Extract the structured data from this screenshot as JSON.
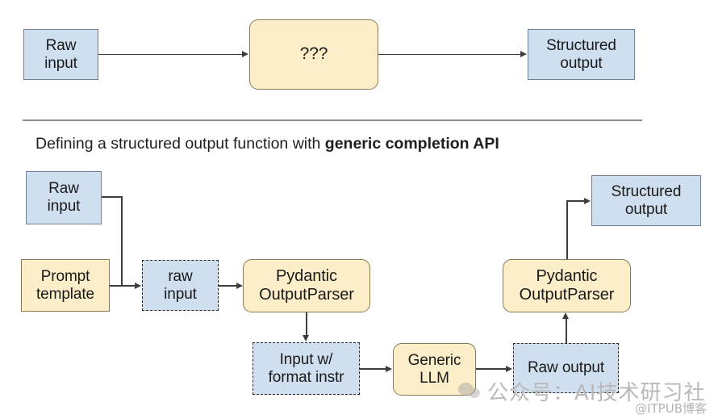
{
  "diagram": {
    "title_plain": "Defining a structured output function with ",
    "title_bold": "generic completion API",
    "top_flow": {
      "raw_input": "Raw\ninput",
      "unknown": "???",
      "structured_output": "Structured\noutput"
    },
    "bottom_flow": {
      "raw_input": "Raw\ninput",
      "prompt_template": "Prompt\ntemplate",
      "raw_input_dashed": "raw\ninput",
      "pydantic_parser_left": "Pydantic\nOutputParser",
      "input_with_format": "Input w/\nformat instr",
      "generic_llm": "Generic\nLLM",
      "raw_output": "Raw output",
      "pydantic_parser_right": "Pydantic\nOutputParser",
      "structured_output": "Structured\noutput"
    }
  },
  "watermark": {
    "account": "公众号：AI技术研习社",
    "blog": "@ITPUB博客",
    "logo_icon": "wechat-icon"
  },
  "colors": {
    "blue_fill": "#cfdfef",
    "blue_border": "#6d8199",
    "yellow_fill": "#fdeeca",
    "yellow_border": "#8a7a52",
    "dashed_border": "#2c2c2c",
    "edge": "#3d3d3d",
    "divider": "#8d8d8d"
  }
}
